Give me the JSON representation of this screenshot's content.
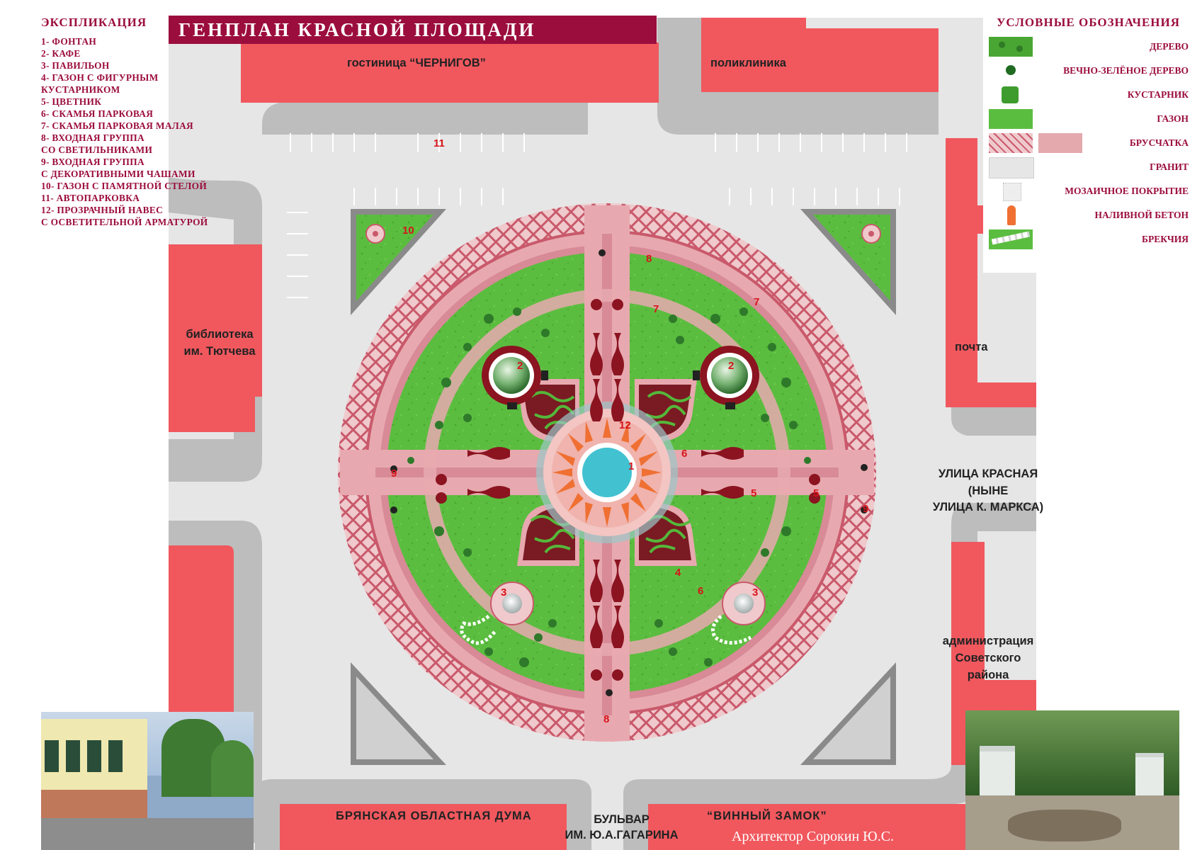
{
  "title": "ГЕНПЛАН КРАСНОЙ ПЛОЩАДИ",
  "explication": {
    "heading": "ЭКСПЛИКАЦИЯ",
    "items": [
      "1- ФОНТАН",
      "2- КАФЕ",
      "3- ПАВИЛЬОН",
      "4- ГАЗОН С ФИГУРНЫМ",
      "КУСТАРНИКОМ",
      "5- ЦВЕТНИК",
      "6- СКАМЬЯ ПАРКОВАЯ",
      "7- СКАМЬЯ ПАРКОВАЯ МАЛАЯ",
      "8- ВХОДНАЯ ГРУППА",
      "СО СВЕТИЛЬНИКАМИ",
      "9- ВХОДНАЯ ГРУППА",
      "С ДЕКОРАТИВНЫМИ ЧАШАМИ",
      "10- ГАЗОН С ПАМЯТНОЙ СТЕЛОЙ",
      "11- АВТОПАРКОВКА",
      "12- ПРОЗРАЧНЫЙ НАВЕС",
      "С ОСВЕТИТЕЛЬНОЙ АРМАТУРОЙ"
    ]
  },
  "legend": {
    "heading": "УСЛОВНЫЕ ОБОЗНАЧЕНИЯ",
    "items": [
      {
        "label": "ДЕРЕВО",
        "icon": "tree-swatch"
      },
      {
        "label": "ВЕЧНО-ЗЕЛЁНОЕ ДЕРЕВО",
        "icon": "evergreen-swatch"
      },
      {
        "label": "КУСТАРНИК",
        "icon": "shrub-swatch"
      },
      {
        "label": "ГАЗОН",
        "icon": "lawn-swatch"
      },
      {
        "label": "БРУСЧАТКА",
        "icon": "paving-swatch"
      },
      {
        "label": "ГРАНИТ",
        "icon": "granite-swatch"
      },
      {
        "label": "МОЗАИЧНОЕ ПОКРЫТИЕ",
        "icon": "mosaic-swatch"
      },
      {
        "label": "НАЛИВНОЙ БЕТОН",
        "icon": "poured-concrete-swatch"
      },
      {
        "label": "БРЕКЧИЯ",
        "icon": "breccia-swatch"
      }
    ]
  },
  "buildings": {
    "hotel": "гостиница “ЧЕРНИГОВ”",
    "clinic": "поликлиника",
    "library_1": "библиотека",
    "library_2": "им. Тютчева",
    "post": "почта",
    "street_1": "УЛИЦА КРАСНАЯ",
    "street_2": "(НЫНЕ",
    "street_3": "УЛИЦА К. МАРКСА)",
    "admin_1": "администрация",
    "admin_2": "Советского",
    "admin_3": "района",
    "duma": "БРЯНСКАЯ ОБЛАСТНАЯ ДУМА",
    "boulevard_1": "БУЛЬВАР",
    "boulevard_2": "ИМ. Ю.А.ГАГАРИНА",
    "wine": "“ВИННЫЙ ЗАМОК”"
  },
  "numbers": {
    "n1": "1",
    "n2a": "2",
    "n2b": "2",
    "n3a": "3",
    "n3b": "3",
    "n4": "4",
    "n5a": "5",
    "n5b": "5",
    "n6a": "6",
    "n6b": "6",
    "n7a": "7",
    "n7b": "7",
    "n8a": "8",
    "n8b": "8",
    "n9a": "9",
    "n9b": "9",
    "n10": "10",
    "n11": "11",
    "n12": "12"
  },
  "architect": "Архитектор Сорокин Ю.С.",
  "colors": {
    "building": "#f0585e",
    "road": "#bdbdbd",
    "sidewalk": "#e6e6e6",
    "paving": "#d88a97",
    "paving_light": "#e9b1b4",
    "lawn": "#55b83a",
    "title_bar": "#9b0d3d",
    "label_red": "#9b0d3d",
    "number_red": "#d7141a",
    "fountain_water": "#42c1d1",
    "ornament": "#8b1420"
  }
}
